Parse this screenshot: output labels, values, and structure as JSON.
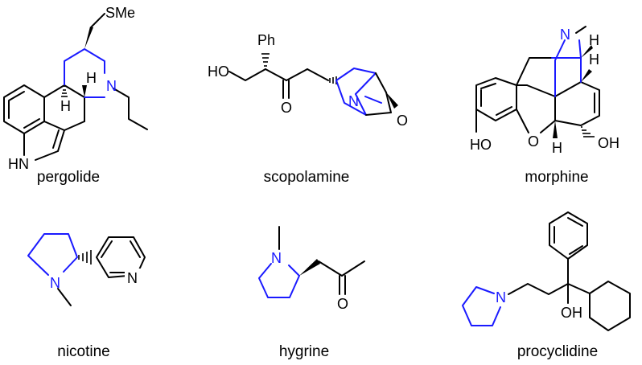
{
  "molecules": [
    {
      "name": "pergolide",
      "atoms": {
        "sme": "SMe",
        "h1": "H",
        "h2": "H",
        "n": "N",
        "hn": "HN"
      }
    },
    {
      "name": "scopolamine",
      "atoms": {
        "ph": "Ph",
        "ho": "HO",
        "o_keto": "O",
        "n": "N",
        "o_epox": "O"
      }
    },
    {
      "name": "morphine",
      "atoms": {
        "n": "N",
        "h1": "H",
        "h2": "H",
        "ho": "HO",
        "o_bridge": "O",
        "h3": "H",
        "oh": "OH"
      }
    },
    {
      "name": "nicotine",
      "atoms": {
        "n_pyrr": "N",
        "n_pyr": "N"
      }
    },
    {
      "name": "hygrine",
      "atoms": {
        "n": "N",
        "o": "O"
      }
    },
    {
      "name": "procyclidine",
      "atoms": {
        "n": "N",
        "oh": "OH"
      }
    }
  ],
  "colors": {
    "bond": "#000000",
    "highlight": "#1a1aff",
    "background": "#ffffff"
  }
}
